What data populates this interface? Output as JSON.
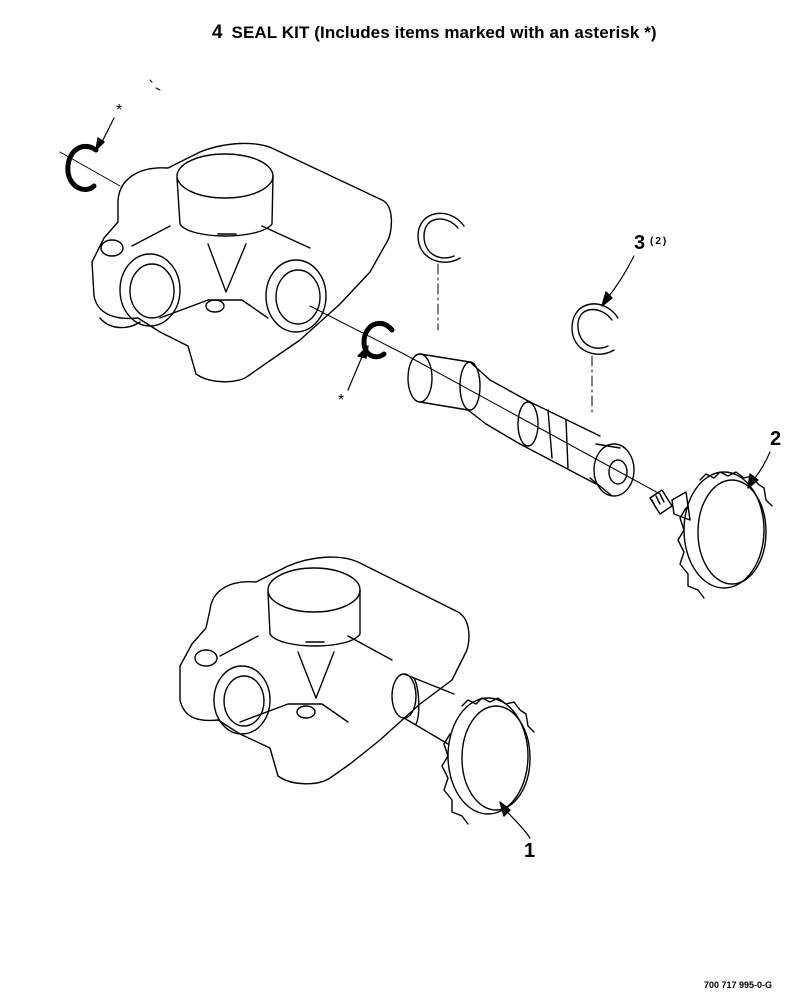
{
  "header": {
    "item_number": "4",
    "title": "SEAL KIT (Includes items marked with an asterisk *)"
  },
  "callouts": {
    "item1": "1",
    "item2": "2",
    "item3": "3",
    "item3_qty": "(2)",
    "asterisk": "*"
  },
  "footer": {
    "figure_code": "700 717 995-0-G"
  }
}
